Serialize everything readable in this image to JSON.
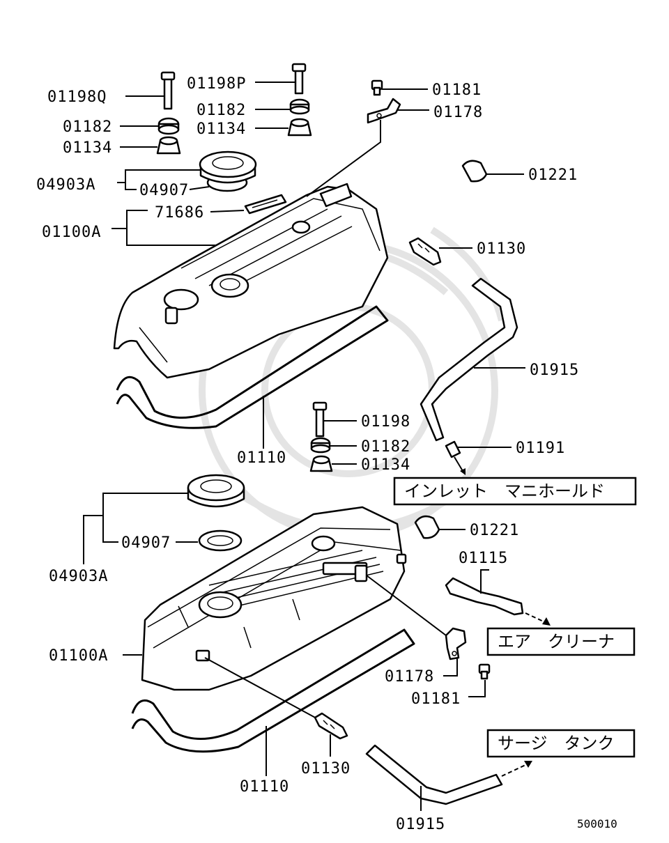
{
  "labels": {
    "p01198Q": "01198Q",
    "p01182a": "01182",
    "p01134a": "01134",
    "p04903Aa": "04903A",
    "p04907a": "04907",
    "p71686": "71686",
    "p01100Aa": "01100A",
    "p01198P": "01198P",
    "p01182b": "01182",
    "p01134b": "01134",
    "p01181a": "01181",
    "p01178a": "01178",
    "p01221a": "01221",
    "p01130a": "01130",
    "p01915a": "01915",
    "p01191": "01191",
    "p01198": "01198",
    "p01182c": "01182",
    "p01134c": "01134",
    "p01110a": "01110",
    "p04903Ab": "04903A",
    "p04907b": "04907",
    "p01221b": "01221",
    "p01115": "01115",
    "p01100Ab": "01100A",
    "p01178b": "01178",
    "p01181b": "01181",
    "p01130b": "01130",
    "p01110b": "01110",
    "p01915b": "01915"
  },
  "destinations": {
    "intake_manifold": "インレット　マニホールド",
    "air_cleaner": "エア　クリーナ",
    "surge_tank": "サージ　タンク"
  },
  "diagram_ref": "500010"
}
